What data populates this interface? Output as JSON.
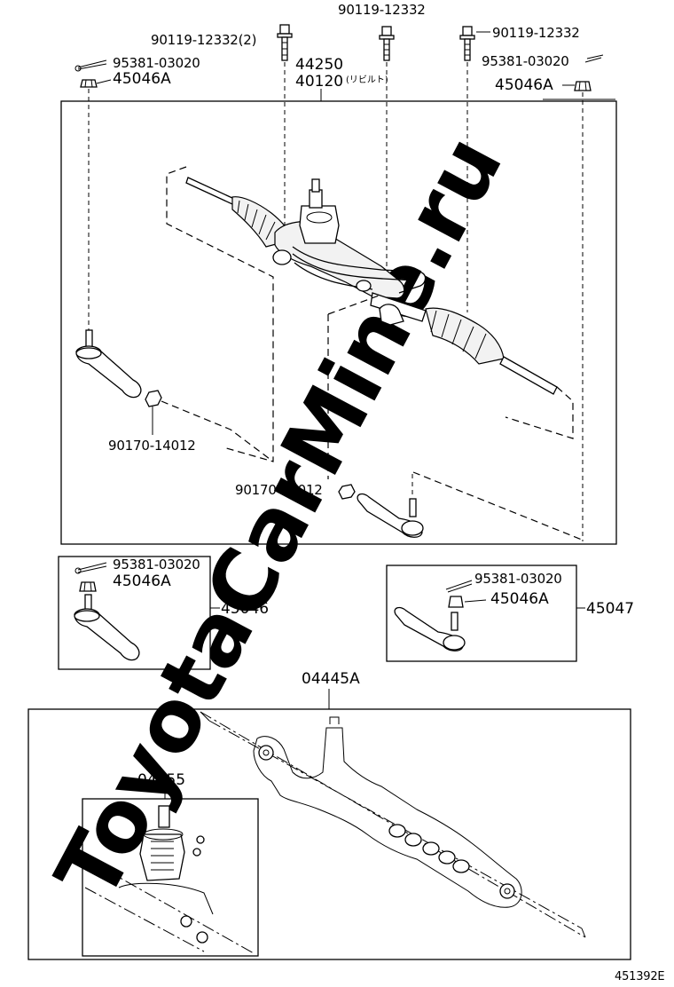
{
  "watermark": "ToyotaCarMine.ru",
  "diagram_code": "451392E",
  "labels": {
    "bolt_top_center": "90119-12332",
    "bolt_left_2": "90119-12332(2)",
    "bolt_right": "90119-12332",
    "pin_top_left": "95381-03020",
    "nut_top_left": "45046A",
    "pin_top_right": "95381-03020",
    "nut_top_right": "45046A",
    "assembly_44250": "44250",
    "assembly_40120": "40120",
    "rebuilt_note": "(リビルト)",
    "locknut_left": "90170-14012",
    "locknut_right": "90170-14012",
    "pin_left_box": "95381-03020",
    "nut_left_box": "45046A",
    "tie_rod_left": "45046",
    "pin_right_box": "95381-03020",
    "nut_right_box": "45046A",
    "tie_rod_right": "45047",
    "rack_kit": "04445A",
    "valve_kit": "04455"
  }
}
